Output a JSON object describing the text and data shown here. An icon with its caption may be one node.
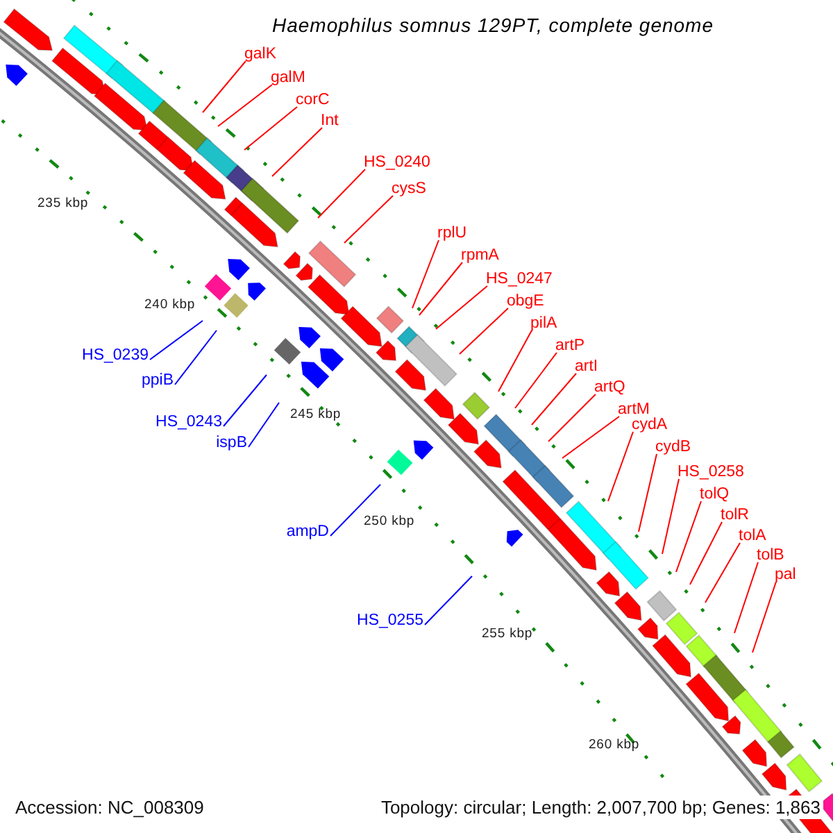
{
  "diagram": {
    "title": "Haemophilus somnus 129PT, complete genome",
    "nodes": [
      {
        "text": [
          "galK"
        ]
      },
      {
        "text": [
          "galM"
        ]
      },
      {
        "text": [
          "corC"
        ]
      },
      {
        "text": [
          "Int"
        ]
      },
      {
        "text": [
          "HS_0240"
        ]
      },
      {
        "text": [
          "cysS"
        ]
      },
      {
        "text": [
          "rplU"
        ]
      },
      {
        "text": [
          "rpmA"
        ]
      },
      {
        "text": [
          "HS_0247"
        ]
      },
      {
        "text": [
          "obgE"
        ]
      },
      {
        "text": [
          "pilA"
        ]
      },
      {
        "text": [
          "artP"
        ]
      },
      {
        "text": [
          "artI"
        ]
      },
      {
        "text": [
          "artQ"
        ]
      },
      {
        "text": [
          "artM"
        ]
      },
      {
        "text": [
          "cydA"
        ]
      },
      {
        "text": [
          "cydB"
        ]
      },
      {
        "text": [
          "HS_0258"
        ]
      },
      {
        "text": [
          "tolQ"
        ]
      },
      {
        "text": [
          "tolR"
        ]
      },
      {
        "text": [
          "tolA"
        ]
      },
      {
        "text": [
          "tolB"
        ]
      },
      {
        "text": [
          "pal"
        ]
      },
      {
        "text": [
          "HS_0239"
        ]
      },
      {
        "text": [
          "ppiB"
        ]
      },
      {
        "text": [
          "HS_0243"
        ]
      },
      {
        "text": [
          "ispB"
        ]
      },
      {
        "text": [
          "ampD"
        ]
      },
      {
        "text": [
          "HS_0255"
        ]
      }
    ],
    "edges": [
      {
        "from": 0,
        "to": null,
        "arrow": "none"
      },
      {
        "from": 1,
        "to": null,
        "arrow": "none"
      },
      {
        "from": 2,
        "to": null,
        "arrow": "none"
      },
      {
        "from": 3,
        "to": null,
        "arrow": "none"
      },
      {
        "from": 4,
        "to": null,
        "arrow": "none"
      },
      {
        "from": 5,
        "to": null,
        "arrow": "none"
      },
      {
        "from": 6,
        "to": null,
        "arrow": "none"
      },
      {
        "from": 7,
        "to": null,
        "arrow": "none"
      },
      {
        "from": 8,
        "to": null,
        "arrow": "none"
      },
      {
        "from": 9,
        "to": null,
        "arrow": "none"
      },
      {
        "from": 10,
        "to": null,
        "arrow": "none"
      },
      {
        "from": 11,
        "to": null,
        "arrow": "none"
      },
      {
        "from": 12,
        "to": null,
        "arrow": "none"
      },
      {
        "from": 13,
        "to": null,
        "arrow": "none"
      },
      {
        "from": 14,
        "to": null,
        "arrow": "none"
      },
      {
        "from": 15,
        "to": null,
        "arrow": "none"
      },
      {
        "from": 16,
        "to": null,
        "arrow": "none"
      },
      {
        "from": 17,
        "to": null,
        "arrow": "none"
      },
      {
        "from": 18,
        "to": null,
        "arrow": "none"
      },
      {
        "from": 19,
        "to": null,
        "arrow": "none"
      },
      {
        "from": 20,
        "to": null,
        "arrow": "none"
      },
      {
        "from": 21,
        "to": null,
        "arrow": "none"
      },
      {
        "from": 22,
        "to": null,
        "arrow": "none"
      },
      {
        "from": 23,
        "to": null,
        "arrow": "none",
        "color": "#0000ff"
      },
      {
        "from": 24,
        "to": null,
        "arrow": "none",
        "color": "#0000ff"
      },
      {
        "from": 25,
        "to": null,
        "arrow": "none",
        "color": "#0000ff"
      },
      {
        "from": 26,
        "to": null,
        "arrow": "none",
        "color": "#0000ff"
      },
      {
        "from": 27,
        "to": null,
        "arrow": "none",
        "color": "#0000ff"
      },
      {
        "from": 28,
        "to": null,
        "arrow": "none",
        "color": "#0000ff"
      }
    ],
    "labels": [
      "235 kbp",
      "240 kbp",
      "245 kbp",
      "250 kbp",
      "255 kbp",
      "260 kbp",
      "Accession: NC_008309",
      "Topology: circular; Length: 2,007,700 bp; Genes: 1,863"
    ]
  }
}
